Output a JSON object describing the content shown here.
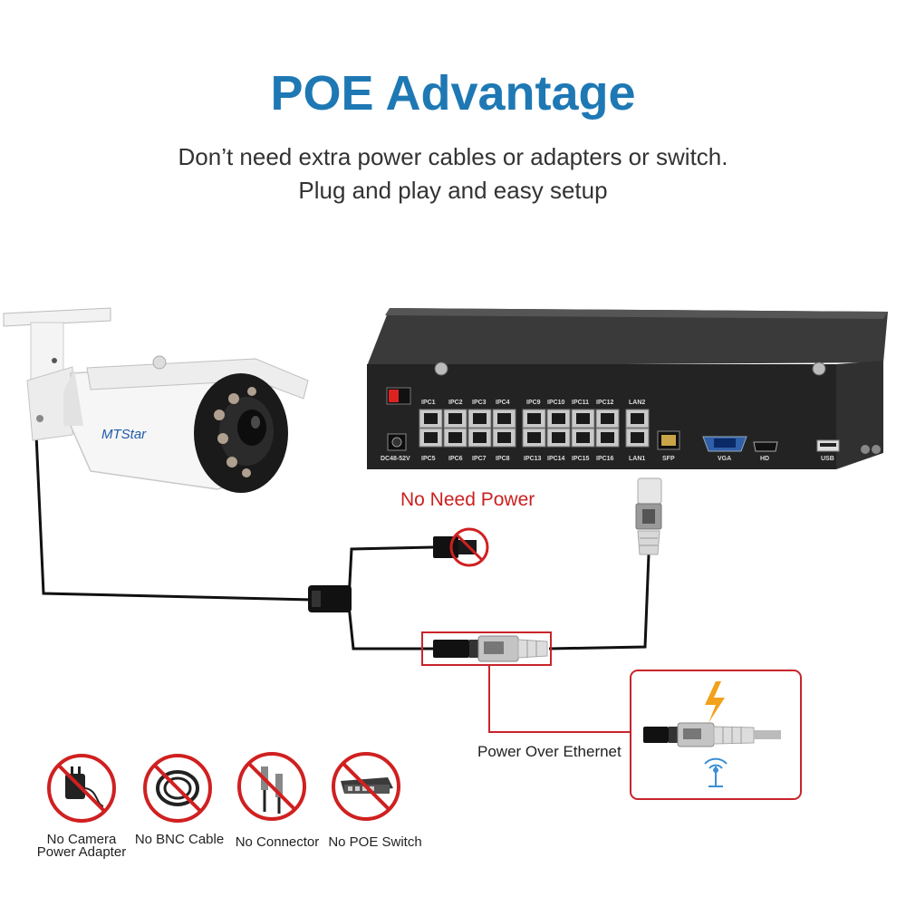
{
  "header": {
    "title": "POE Advantage",
    "subtitle_line1": "Don’t need extra power cables or adapters or switch.",
    "subtitle_line2": "Plug and play and easy setup"
  },
  "camera": {
    "brand": "MTStar"
  },
  "nvr": {
    "power_label": "DC48-52V",
    "top_ports": [
      "IPC1",
      "IPC2",
      "IPC3",
      "IPC4",
      "IPC9",
      "IPC10",
      "IPC11",
      "IPC12",
      "LAN2"
    ],
    "bottom_ports": [
      "IPC5",
      "IPC6",
      "IPC7",
      "IPC8",
      "IPC13",
      "IPC14",
      "IPC15",
      "IPC16",
      "LAN1"
    ],
    "other_ports": [
      "SFP",
      "VGA",
      "HD",
      "USB"
    ]
  },
  "labels": {
    "no_need_power": "No Need Power",
    "power_over_ethernet": "Power Over Ethernet"
  },
  "no_icons": [
    {
      "line1": "No Camera",
      "line2": "Power Adapter"
    },
    {
      "line1": "No BNC Cable",
      "line2": ""
    },
    {
      "line1": "No Connector",
      "line2": ""
    },
    {
      "line1": "No POE Switch",
      "line2": ""
    }
  ],
  "colors": {
    "title": "#1e78b4",
    "prohibit": "#d02020",
    "nvr_body": "#2b2b2b",
    "poe_box": "#c8242b"
  }
}
